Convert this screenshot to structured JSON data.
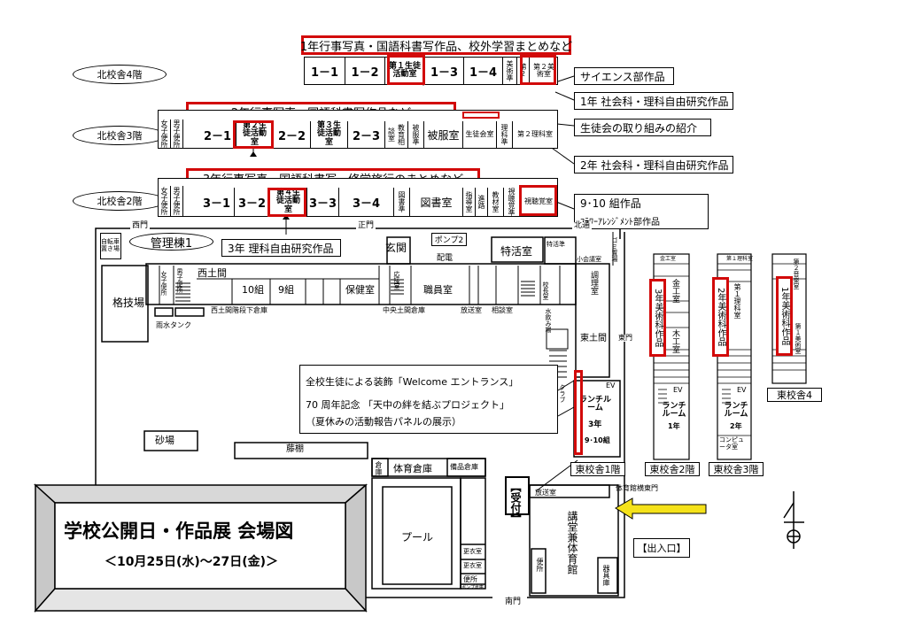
{
  "title": {
    "main": "学校公開日・作品展 会場図",
    "dates": "＜10月25日(水)～27日(金)＞"
  },
  "buildings": {
    "north4": "北校舎4階",
    "north3": "北校舎3階",
    "north2": "北校舎2階",
    "admin1": "管理棟1",
    "east1": "東校舎1階",
    "east2": "東校舎2階",
    "east3": "東校舎3階",
    "east4": "東校舎4"
  },
  "banners": {
    "floor4": "1年行事写真・国語科書写作品、校外学習まとめなど",
    "floor3": "2年行事写真、国語科書写作品など",
    "floor2": "3年行事写真、国語科書写、修学旅行のまとめなど"
  },
  "notes": {
    "science_club": "サイエンス部作品",
    "y1_research": "1年 社会科・理科自由研究作品",
    "student_council": "生徒会の取り組みの紹介",
    "y2_research": "2年 社会科・理科自由研究作品",
    "class_910": "9･10 組作品",
    "flower_club": "ﾌﾗﾜｰｱﾚﾝｼﾞﾒﾝﾄ部作品",
    "y3_research": "3年 理科自由研究作品",
    "welcome_1": "全校生徒による装飾「Welcome エントランス」",
    "welcome_2": "70 周年記念 「天中の絆を結ぶプロジェクト」",
    "welcome_3": "（夏休みの活動報告パネルの展示）",
    "reception": "【受付】",
    "entrance": "【出入口】"
  },
  "floor4_rooms": [
    "1－1",
    "1－2",
    "第１生徒活動室",
    "1－3",
    "1－4",
    "美術準",
    "第2",
    "第２美術室"
  ],
  "floor3_rooms": [
    "女子便所",
    "男子便所",
    "2－1",
    "第２生徒活動室",
    "2－2",
    "第３生徒活動室",
    "2－3",
    "教育相談室",
    "被服準",
    "被服室",
    "生徒会室",
    "理科準",
    "第２理科室"
  ],
  "floor2_rooms": [
    "女子便所",
    "男子便所",
    "3－1",
    "3－2",
    "第４生徒活動室",
    "3－3",
    "3－4",
    "図書準",
    "図書室",
    "指導室",
    "進路",
    "教材室",
    "視聴覚準",
    "視聴覚室"
  ],
  "ground": {
    "west_gate": "西門",
    "main_gate": "正門",
    "north_gate": "北通",
    "south_gate": "南門",
    "east_gate": "東門",
    "bike": "自転車置き場",
    "kakugi": "格技場",
    "nishidoma": "西土間",
    "class10": "10組",
    "class9": "9組",
    "nishidoma_shoes": "西土間階段下倉庫",
    "rain_tank": "雨水タンク",
    "hoken": "保健室",
    "ouse": "応接室",
    "shokuin": "職員室",
    "genkan": "玄関",
    "pump2": "ポンプ2",
    "haiden": "配電",
    "tokkatsu": "特活室",
    "tokkatsu_jun": "特活準",
    "chuo_shoes": "中央土間倉庫",
    "housou": "放送室",
    "soudan": "相談室",
    "kaigi": "小会議室",
    "chouri": "調理室",
    "higashidoma": "東土間",
    "kouchou": "校長室",
    "sunaba": "砂場",
    "fujidana": "藤棚",
    "soko": "倉庫",
    "taiiku_soko": "体育倉庫",
    "bihin_soko": "備品倉庫",
    "pool": "プール",
    "koui1": "更衣室",
    "koui2": "更衣室",
    "benjo": "便所",
    "pump_soko": "ポンプ倉庫",
    "kodo": "講堂兼体育館",
    "kigu": "器具庫",
    "gym_gate": "体育館横東門",
    "lunch": "ランチルーム",
    "lunch_y3": "3年",
    "lunch_910": "9･10組",
    "lunch_y1": "1年",
    "lunch_y2": "2年",
    "ev": "EV",
    "club": "クラブ",
    "mizunomi": "水飲み場",
    "gomi": "ゴミ置場",
    "konpyu": "コンピュータ室",
    "east_art": "3年美術科作品",
    "east_art2": "2年美術科作品",
    "east_art1": "1年美術科作品",
    "kinkou": "金工室",
    "mokkou": "木工室",
    "ongaku2": "第２音楽室",
    "rika1": "第１理科室",
    "bijutsu1": "第１美術室"
  },
  "colors": {
    "highlight": "#d20a0a",
    "arrow": "#f5e21a"
  }
}
